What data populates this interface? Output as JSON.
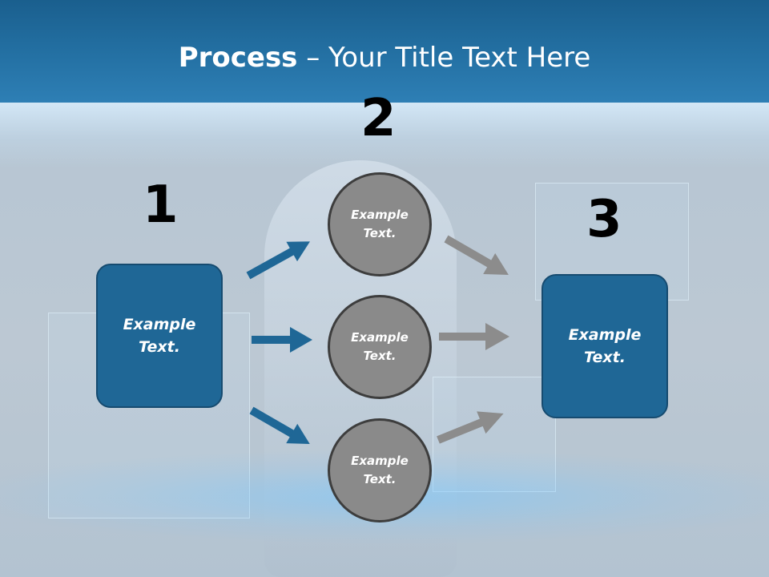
{
  "slide": {
    "title_bold": "Process",
    "title_rest": " – Your Title Text Here"
  },
  "steps": {
    "step1": {
      "number": "1",
      "box_text": "Example Text."
    },
    "step2": {
      "number": "2",
      "circles": [
        "Example Text.",
        "Example Text.",
        "Example Text."
      ]
    },
    "step3": {
      "number": "3",
      "box_text": "Example Text."
    }
  },
  "colors": {
    "title_bar": "#2471a4",
    "box_fill": "#1f6796",
    "arrow_blue": "#1f6796",
    "arrow_gray": "#8c8c8c",
    "circle_fill": "#8a8a8a"
  }
}
